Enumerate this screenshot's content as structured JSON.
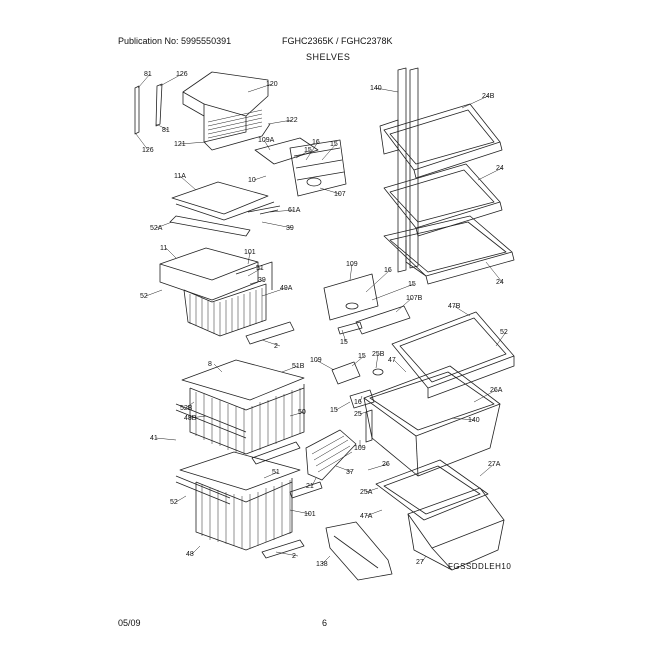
{
  "header": {
    "publication": "Publication No: 5995550391",
    "models": "FGHC2365K / FGHC2378K"
  },
  "section_title": "SHELVES",
  "figure_code": "FGSSDDLEH10",
  "footer": {
    "date": "05/09",
    "page": "6"
  },
  "callouts": [
    {
      "id": "c1",
      "text": "81"
    },
    {
      "id": "c2",
      "text": "126"
    },
    {
      "id": "c3",
      "text": "120"
    },
    {
      "id": "c4",
      "text": "81"
    },
    {
      "id": "c5",
      "text": "126"
    },
    {
      "id": "c6",
      "text": "122"
    },
    {
      "id": "c7",
      "text": "121"
    },
    {
      "id": "c8",
      "text": "109A"
    },
    {
      "id": "c9",
      "text": "15"
    },
    {
      "id": "c10",
      "text": "16"
    },
    {
      "id": "c11",
      "text": "15"
    },
    {
      "id": "c12",
      "text": "10"
    },
    {
      "id": "c13",
      "text": "107"
    },
    {
      "id": "c14",
      "text": "11A"
    },
    {
      "id": "c15",
      "text": "61A"
    },
    {
      "id": "c16",
      "text": "52A"
    },
    {
      "id": "c17",
      "text": "39"
    },
    {
      "id": "c18",
      "text": "140"
    },
    {
      "id": "c19",
      "text": "24B"
    },
    {
      "id": "c20",
      "text": "24"
    },
    {
      "id": "c21",
      "text": "24"
    },
    {
      "id": "c22",
      "text": "11"
    },
    {
      "id": "c23",
      "text": "101"
    },
    {
      "id": "c24",
      "text": "51"
    },
    {
      "id": "c25",
      "text": "39"
    },
    {
      "id": "c26",
      "text": "52"
    },
    {
      "id": "c27",
      "text": "49A"
    },
    {
      "id": "c28",
      "text": "2"
    },
    {
      "id": "c29",
      "text": "109"
    },
    {
      "id": "c30",
      "text": "16"
    },
    {
      "id": "c31",
      "text": "15"
    },
    {
      "id": "c32",
      "text": "15"
    },
    {
      "id": "c33",
      "text": "107B"
    },
    {
      "id": "c34",
      "text": "47B"
    },
    {
      "id": "c35",
      "text": "52"
    },
    {
      "id": "c36",
      "text": "8"
    },
    {
      "id": "c37",
      "text": "51B"
    },
    {
      "id": "c38",
      "text": "109"
    },
    {
      "id": "c39",
      "text": "15"
    },
    {
      "id": "c40",
      "text": "25B"
    },
    {
      "id": "c41",
      "text": "47"
    },
    {
      "id": "c42",
      "text": "52B"
    },
    {
      "id": "c43",
      "text": "48B"
    },
    {
      "id": "c44",
      "text": "50"
    },
    {
      "id": "c45",
      "text": "15"
    },
    {
      "id": "c46",
      "text": "16"
    },
    {
      "id": "c47",
      "text": "25"
    },
    {
      "id": "c48",
      "text": "26A"
    },
    {
      "id": "c49",
      "text": "140"
    },
    {
      "id": "c50",
      "text": "41"
    },
    {
      "id": "c51",
      "text": "109"
    },
    {
      "id": "c52",
      "text": "37"
    },
    {
      "id": "c53",
      "text": "26"
    },
    {
      "id": "c54",
      "text": "27A"
    },
    {
      "id": "c55",
      "text": "51"
    },
    {
      "id": "c56",
      "text": "21"
    },
    {
      "id": "c57",
      "text": "25A"
    },
    {
      "id": "c58",
      "text": "52"
    },
    {
      "id": "c59",
      "text": "101"
    },
    {
      "id": "c60",
      "text": "47A"
    },
    {
      "id": "c61",
      "text": "48"
    },
    {
      "id": "c62",
      "text": "2"
    },
    {
      "id": "c63",
      "text": "138"
    },
    {
      "id": "c64",
      "text": "27"
    }
  ]
}
